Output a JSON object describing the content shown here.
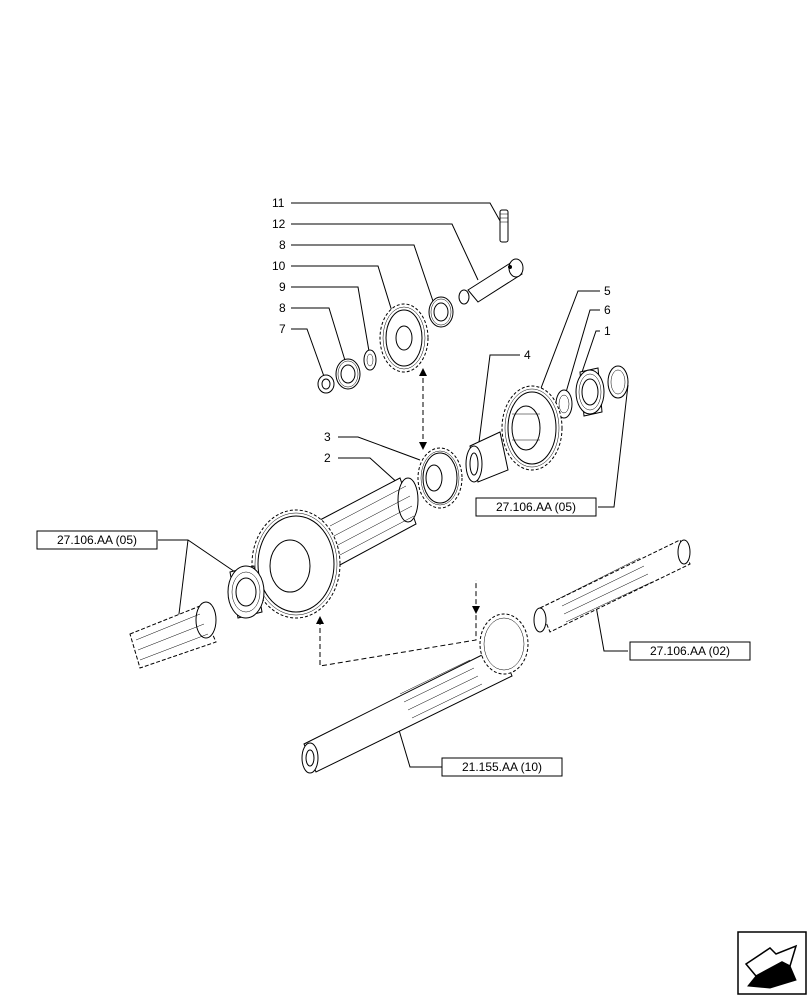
{
  "callouts": [
    {
      "id": "11",
      "label": "11"
    },
    {
      "id": "12",
      "label": "12"
    },
    {
      "id": "8a",
      "label": "8"
    },
    {
      "id": "10",
      "label": "10"
    },
    {
      "id": "9",
      "label": "9"
    },
    {
      "id": "8b",
      "label": "8"
    },
    {
      "id": "7",
      "label": "7"
    },
    {
      "id": "5",
      "label": "5"
    },
    {
      "id": "6",
      "label": "6"
    },
    {
      "id": "1",
      "label": "1"
    },
    {
      "id": "4",
      "label": "4"
    },
    {
      "id": "3",
      "label": "3"
    },
    {
      "id": "2",
      "label": "2"
    }
  ],
  "references": {
    "ref_bearing_right": "27.106.AA (05)",
    "ref_bearing_left": "27.106.AA (05)",
    "ref_shaft_right": "27.106.AA (02)",
    "ref_shaft_bottom": "21.155.AA (10)"
  },
  "nav_icon": "next-page-arrow-icon"
}
